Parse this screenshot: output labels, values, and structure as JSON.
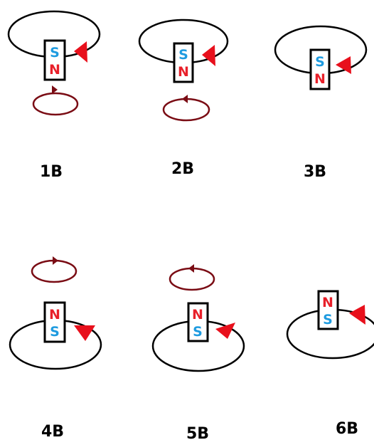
{
  "colors": {
    "north": "#e8202a",
    "south": "#1e9be0",
    "arrow": "#e8101c",
    "small_loop": "#7a0c14",
    "outline": "#000000"
  },
  "figures": [
    {
      "label": "1B",
      "top_pole": "S",
      "bottom_pole": "N",
      "small_loop": "below"
    },
    {
      "label": "2B",
      "top_pole": "S",
      "bottom_pole": "N",
      "small_loop": "below"
    },
    {
      "label": "3B",
      "top_pole": "S",
      "bottom_pole": "N",
      "small_loop": "none"
    },
    {
      "label": "4B",
      "top_pole": "N",
      "bottom_pole": "S",
      "small_loop": "above"
    },
    {
      "label": "5B",
      "top_pole": "N",
      "bottom_pole": "S",
      "small_loop": "above"
    },
    {
      "label": "6B",
      "top_pole": "N",
      "bottom_pole": "S",
      "small_loop": "none"
    }
  ]
}
